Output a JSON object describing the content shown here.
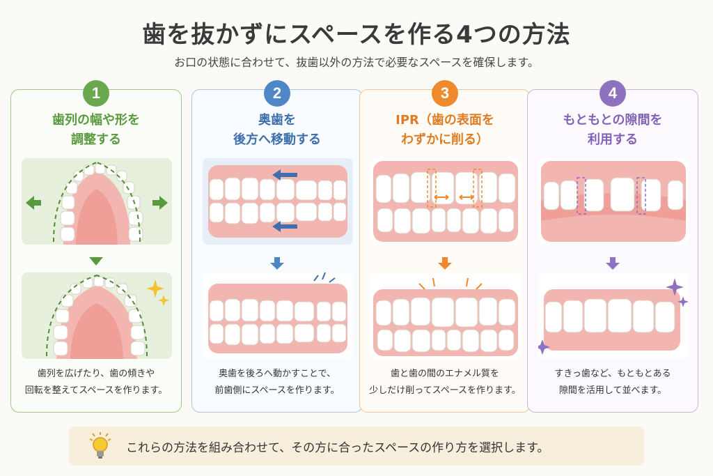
{
  "header": {
    "title": "歯を抜かずにスペースを作る4つの方法",
    "subtitle": "お口の状態に合わせて、抜歯以外の方法で必要なスペースを確保します。"
  },
  "cards": [
    {
      "number": "1",
      "title_line1": "歯列の幅や形を",
      "title_line2": "調整する",
      "desc_line1": "歯列を広げたり、歯の傾きや",
      "desc_line2": "回転を整えてスペースを作ります。",
      "color": "#6aa84f"
    },
    {
      "number": "2",
      "title_line1": "奥歯を",
      "title_line2": "後方へ移動する",
      "desc_line1": "奥歯を後ろへ動かすことで、",
      "desc_line2": "前歯側にスペースを作ります。",
      "color": "#4f86c6"
    },
    {
      "number": "3",
      "title_line1": "IPR（歯の表面を",
      "title_line2": "わずかに削る）",
      "desc_line1": "歯と歯の間のエナメル質を",
      "desc_line2": "少しだけ削ってスペースを作ります。",
      "color": "#ef8a2c"
    },
    {
      "number": "4",
      "title_line1": "もともとの隙間を",
      "title_line2": "利用する",
      "desc_line1": "すきっ歯など、もともとある",
      "desc_line2": "隙間を活用して並べます。",
      "color": "#8e72bf"
    }
  ],
  "footer": {
    "icon": "lightbulb-icon",
    "text": "これらの方法を組み合わせて、その方に合ったスペースの作り方を選択します。"
  }
}
